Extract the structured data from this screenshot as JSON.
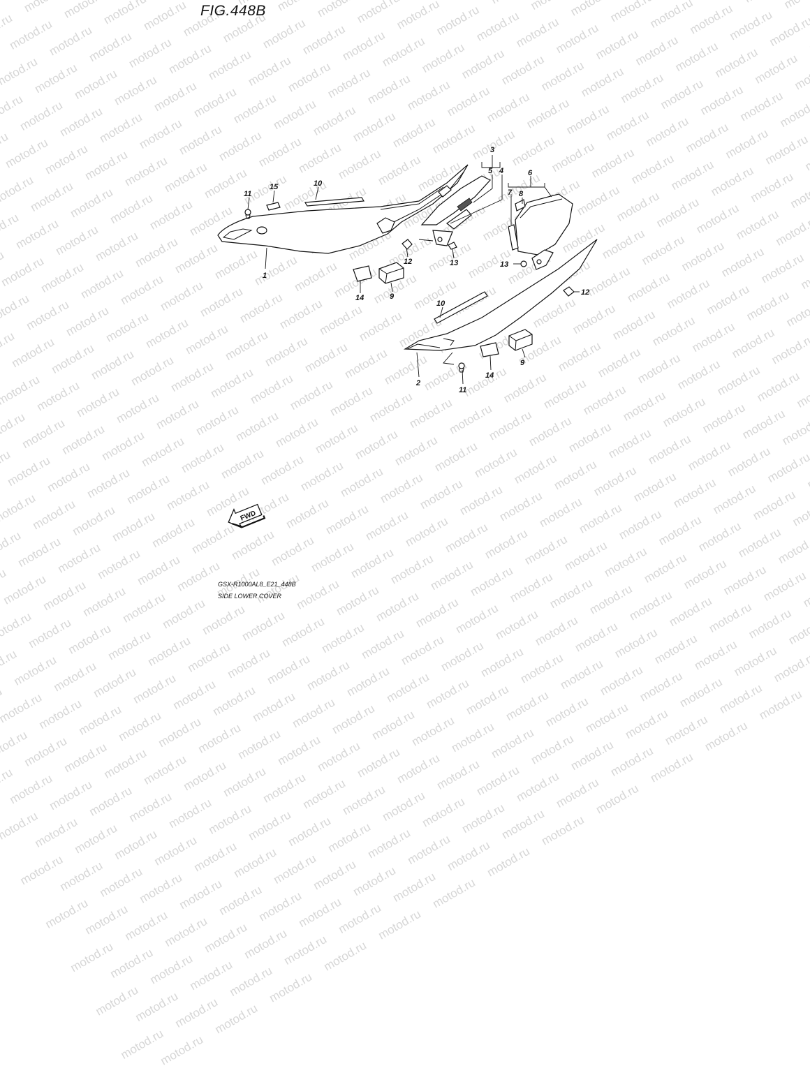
{
  "figure": {
    "title": "FIG.448B",
    "footer_code": "GSX-R1000AL8_E21_448B",
    "footer_name": "SIDE LOWER COVER",
    "fwd_label": "FWD"
  },
  "watermark": {
    "text": "motod.ru",
    "color": "#d6d6d6"
  },
  "callouts": {
    "c1": "1",
    "c2": "2",
    "c3": "3",
    "c4": "4",
    "c5": "5",
    "c6": "6",
    "c7": "7",
    "c8": "8",
    "c9a": "9",
    "c9b": "9",
    "c10a": "10",
    "c10b": "10",
    "c11a": "11",
    "c11b": "11",
    "c12a": "12",
    "c12b": "12",
    "c13a": "13",
    "c13b": "13",
    "c14a": "14",
    "c14b": "14",
    "c15": "15"
  }
}
